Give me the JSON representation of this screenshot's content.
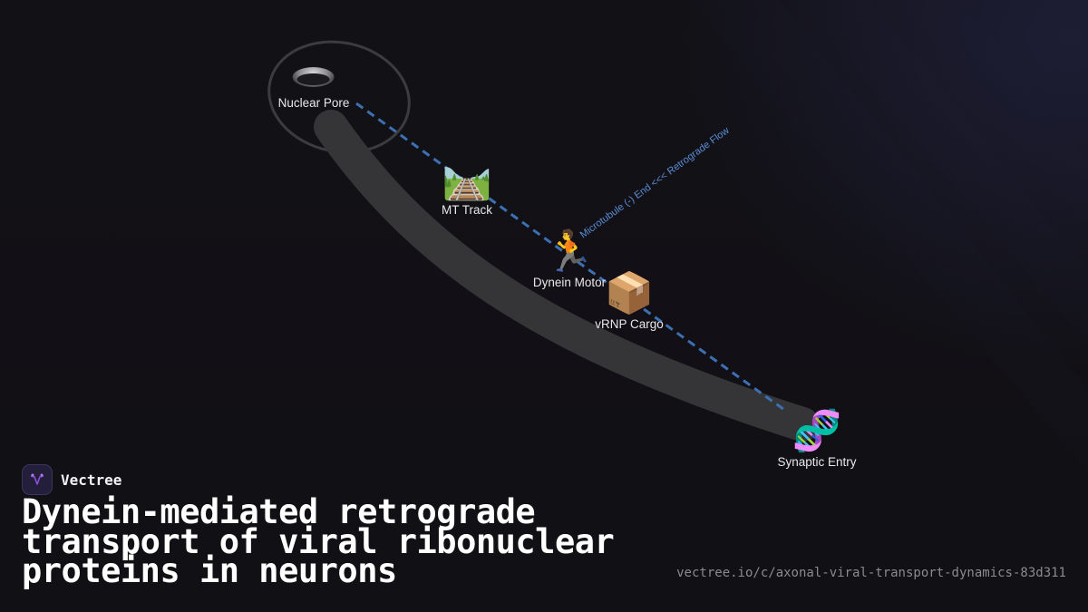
{
  "diagram": {
    "nodes": [
      {
        "id": "nuclear-pore",
        "label": "Nuclear Pore",
        "icon": "nuclear-pore-icon"
      },
      {
        "id": "mt-track",
        "label": "MT Track",
        "icon": "railway-track-icon",
        "glyph": "🛤️"
      },
      {
        "id": "dynein-motor",
        "label": "Dynein Motor",
        "icon": "running-person-icon",
        "glyph": "🏃"
      },
      {
        "id": "vrnp-cargo",
        "label": "vRNP Cargo",
        "icon": "package-icon",
        "glyph": "📦"
      },
      {
        "id": "synaptic-entry",
        "label": "Synaptic Entry",
        "icon": "dna-icon",
        "glyph": "🧬"
      }
    ],
    "flow_label": "Microtubule (-) End <<< Retrograde Flow",
    "colors": {
      "background": "#121116",
      "axon_path": "#353537",
      "flow_line": "#3d6fb3",
      "flow_label": "#5b8ed6",
      "node_label": "#e8e8ec",
      "pore_ring": "#3c3c40"
    }
  },
  "brand": {
    "name": "Vectree",
    "logo_color": "#8a4fd6"
  },
  "title": "Dynein-mediated retrograde transport of viral ribonuclear proteins in neurons",
  "url": "vectree.io/c/axonal-viral-transport-dynamics-83d311"
}
